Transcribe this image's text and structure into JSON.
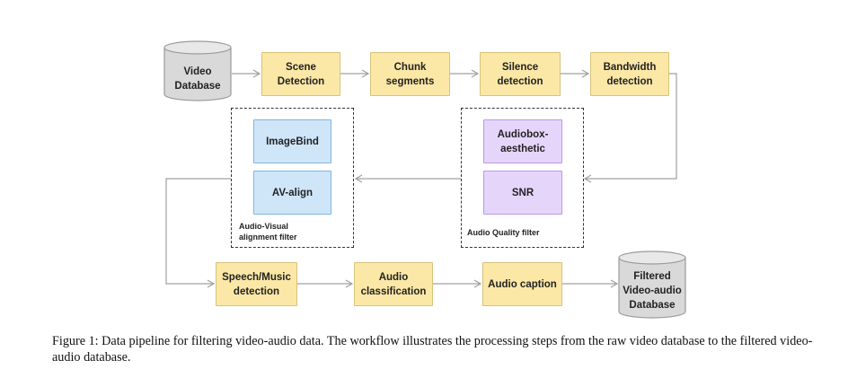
{
  "nodes": {
    "video_db": "Video\nDatabase",
    "scene_detection": "Scene\nDetection",
    "chunk_segments": "Chunk\nsegments",
    "silence_detection": "Silence\ndetection",
    "bandwidth_detection": "Bandwidth\ndetection",
    "imagebind": "ImageBind",
    "av_align": "AV-align",
    "audiobox": "Audiobox-\naesthetic",
    "snr": "SNR",
    "speech_music": "Speech/Music\ndetection",
    "audio_classification": "Audio\nclassification",
    "audio_caption": "Audio caption",
    "filtered_db": "Filtered\nVideo-audio\nDatabase"
  },
  "groups": {
    "av_filter": "Audio-Visual\nalignment filter",
    "quality_filter": "Audio Quality filter"
  },
  "caption": "Figure 1: Data pipeline for filtering video-audio data. The workflow illustrates the processing steps from the raw video database to the filtered video-audio database.",
  "colors": {
    "yellow_fill": "#fbe8a6",
    "blue_fill": "#cfe6f9",
    "purple_fill": "#e6d5fb",
    "database_fill": "#d9d9d9",
    "arrow": "#a0a0a0"
  }
}
